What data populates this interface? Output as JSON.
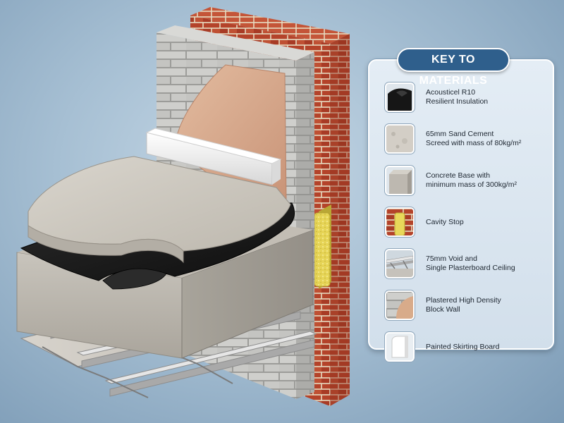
{
  "key": {
    "title": "KEY TO MATERIALS",
    "items": [
      {
        "id": "acousticel",
        "icon": "black-membrane-icon",
        "lines": [
          "Acousticel R10",
          "Resilient Insulation"
        ]
      },
      {
        "id": "screed",
        "icon": "screed-slab-icon",
        "lines": [
          "65mm Sand Cement",
          "Screed with mass of 80kg/m²"
        ]
      },
      {
        "id": "concrete",
        "icon": "concrete-block-icon",
        "lines": [
          "Concrete Base with",
          "minimum mass of 300kg/m²"
        ]
      },
      {
        "id": "cavity",
        "icon": "cavity-stop-icon",
        "lines": [
          "Cavity Stop"
        ]
      },
      {
        "id": "void",
        "icon": "ceiling-joist-icon",
        "lines": [
          "75mm Void and",
          "Single Plasterboard Ceiling"
        ]
      },
      {
        "id": "wall",
        "icon": "block-wall-icon",
        "lines": [
          "Plastered High Density",
          "Block Wall"
        ]
      },
      {
        "id": "skirting",
        "icon": "skirting-board-icon",
        "lines": [
          "Painted Skirting Board"
        ]
      }
    ]
  },
  "colors": {
    "brick": "#b8462c",
    "mortar": "#e8dcc2",
    "block": "#c9c9c6",
    "plaster": "#d8ab8a",
    "screed": "#cbc6bd",
    "membrane": "#1b1b1b",
    "insulation": "#e8d85a",
    "title_bg": "#2f5f8c"
  }
}
